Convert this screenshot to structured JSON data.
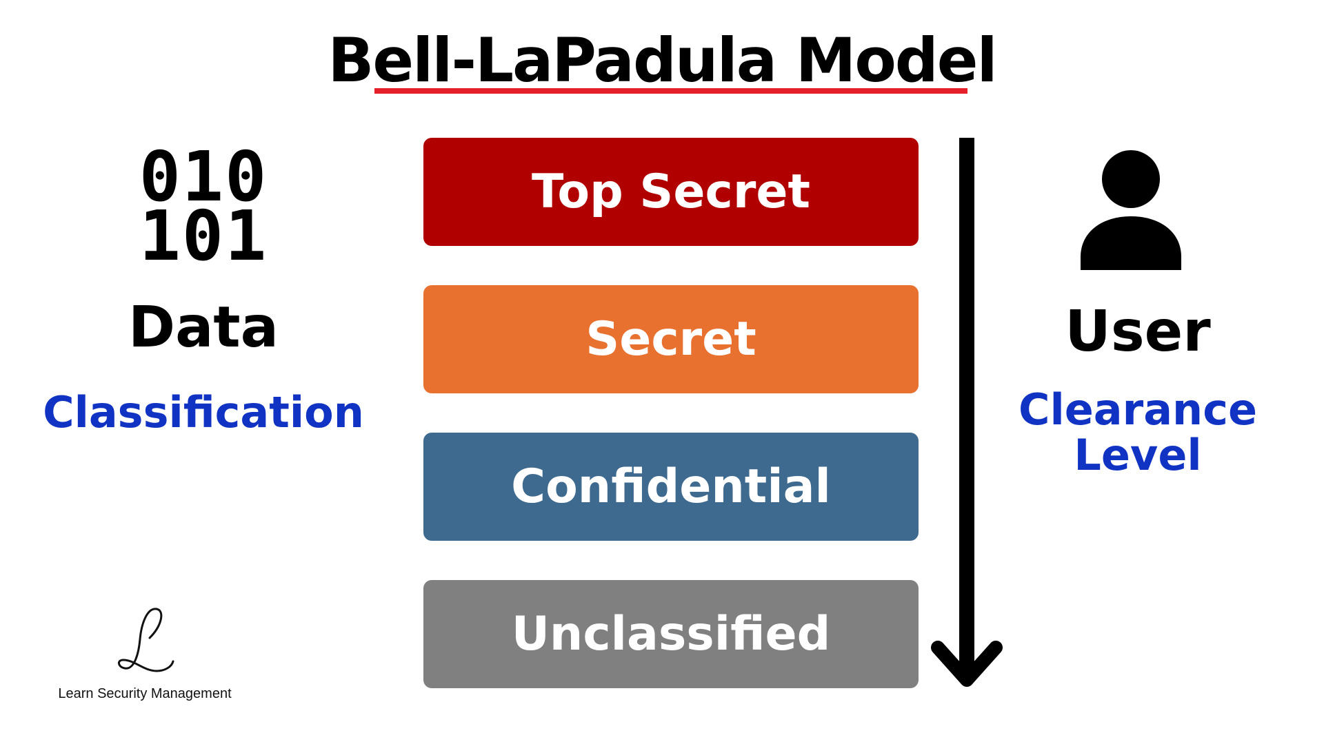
{
  "title": "Bell-LaPadula Model",
  "data_side": {
    "binary_line1": "010",
    "binary_line2": "101",
    "label": "Data",
    "sublabel": "Classification"
  },
  "user_side": {
    "label": "User",
    "sublabel_line1": "Clearance",
    "sublabel_line2": "Level"
  },
  "levels": [
    {
      "label": "Top Secret",
      "color": "#b00000"
    },
    {
      "label": "Secret",
      "color": "#e97130"
    },
    {
      "label": "Confidential",
      "color": "#3e6a90"
    },
    {
      "label": "Unclassified",
      "color": "#808080"
    }
  ],
  "brand": {
    "text": "Learn Security Management"
  },
  "icons": {
    "data": "binary-data-icon",
    "user": "user-icon",
    "arrow": "arrow-down-icon",
    "logo": "script-l-logo-icon"
  },
  "colors": {
    "underline": "#e5202b",
    "accent_blue": "#1133c4",
    "text": "#000000"
  }
}
